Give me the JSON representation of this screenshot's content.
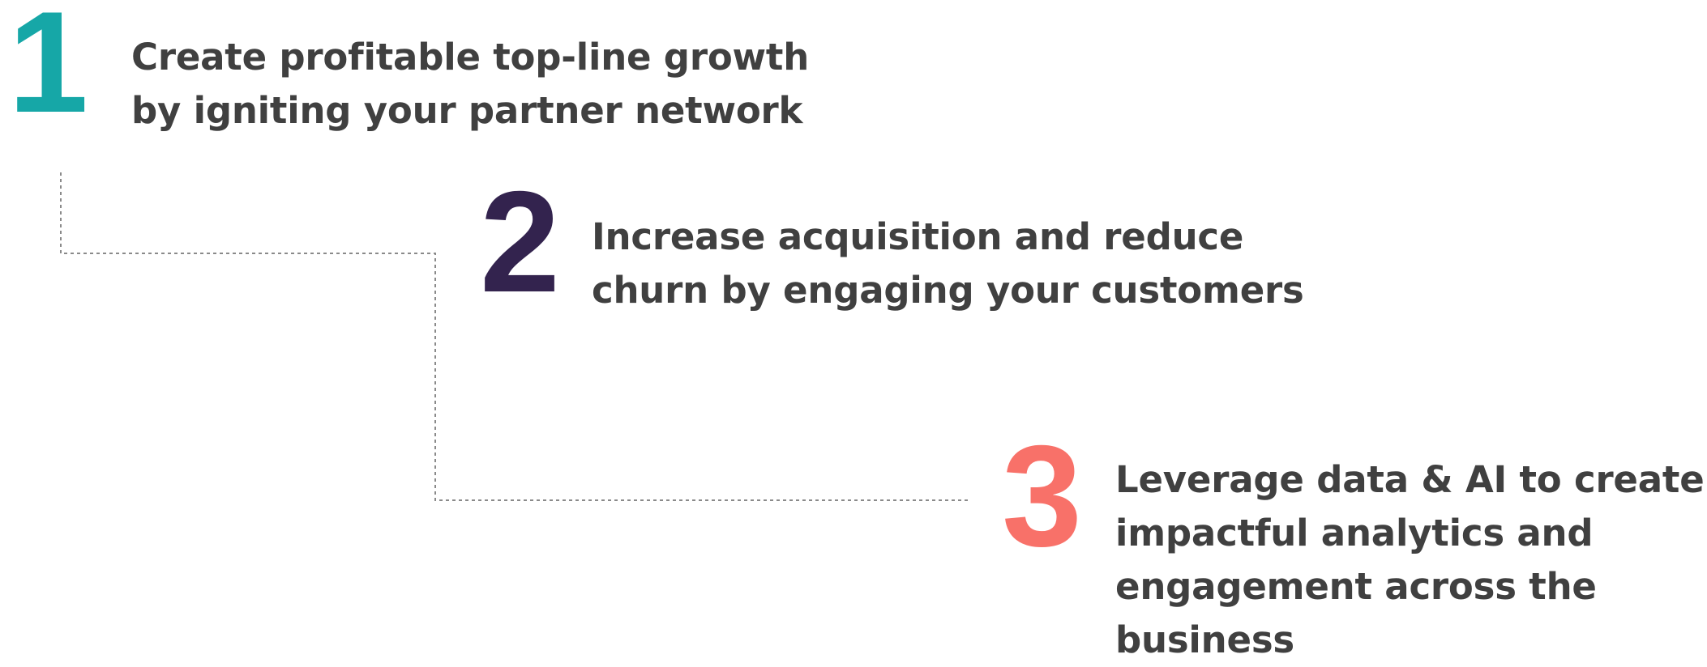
{
  "colors": {
    "step1": "#16a7a7",
    "step2": "#33234e",
    "step3": "#f87169",
    "text": "#404040",
    "connector": "#8a8a8a"
  },
  "steps": [
    {
      "number": "1",
      "lines": [
        "Create profitable top-line growth",
        "by igniting your partner network"
      ]
    },
    {
      "number": "2",
      "lines": [
        "Increase acquisition and reduce",
        "churn by engaging your customers"
      ]
    },
    {
      "number": "3",
      "lines": [
        "Leverage data & AI to create",
        "impactful analytics and",
        "engagement across the",
        "business"
      ]
    }
  ]
}
